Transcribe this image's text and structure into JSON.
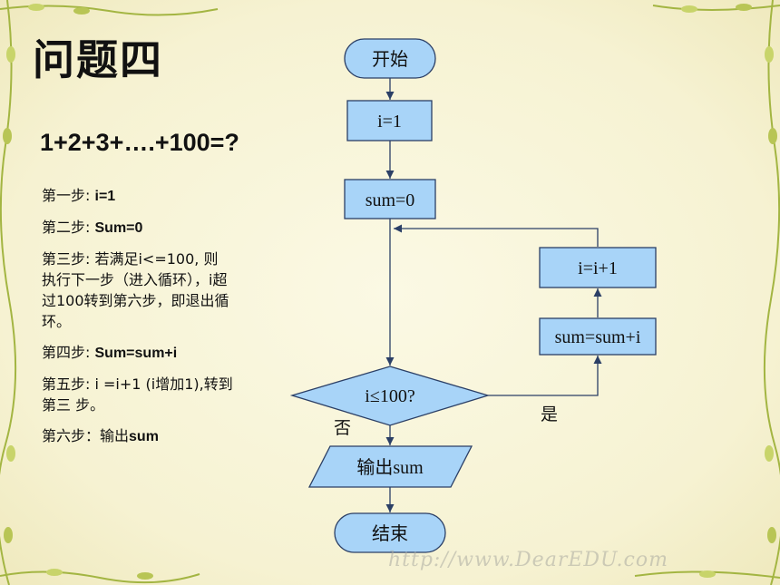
{
  "title": "问题四",
  "question": "1+2+3+….+100=?",
  "steps": [
    {
      "prefix": "第一步:",
      "value": "i=1"
    },
    {
      "prefix": "第二步:",
      "value": "Sum=0"
    },
    {
      "line1": "第三步:  若满足i<=100, 则",
      "line2": "执行下一步（进入循环），i超",
      "line3": "过100转到第六步，即退出循",
      "line4": "环。"
    },
    {
      "prefix": "第四步:",
      "value": "Sum=sum+i"
    },
    {
      "line1": "第五步: i =i+1 (i增加1),转到",
      "line2": "第三 步。"
    },
    {
      "prefix": "第六步：输出",
      "value": "sum"
    }
  ],
  "flowchart": {
    "start": "开始",
    "init_i": "i=1",
    "init_sum": "sum=0",
    "condition": "i≤100?",
    "accumulate": "sum=sum+i",
    "increment": "i=i+1",
    "output": "输出sum",
    "end": "结束",
    "yes_label": "是",
    "no_label": "否"
  },
  "colors": {
    "node_fill": "#a8d4f8",
    "node_stroke": "#2b3f66",
    "background": "#f8f5d8",
    "vine": "#a3b542"
  },
  "watermark": "http://www.DearEDU.com"
}
